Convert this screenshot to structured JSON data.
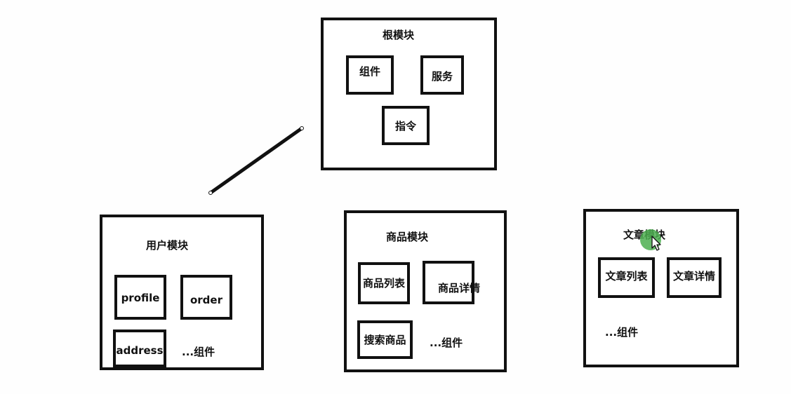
{
  "root_module": {
    "title": "根模块",
    "items": [
      "组件",
      "服务",
      "指令"
    ]
  },
  "user_module": {
    "title": "用户模块",
    "items": [
      "profile",
      "order",
      "address"
    ],
    "more": "...组件"
  },
  "goods_module": {
    "title": "商品模块",
    "items": [
      "商品列表",
      "商品详情",
      "搜索商品"
    ],
    "more": "...组件"
  },
  "article_module": {
    "title": "文章模块",
    "items": [
      "文章列表",
      "文章详情"
    ],
    "more": "...组件"
  },
  "colors": {
    "stroke": "#111111",
    "cursor_highlight": "#4caf50"
  }
}
